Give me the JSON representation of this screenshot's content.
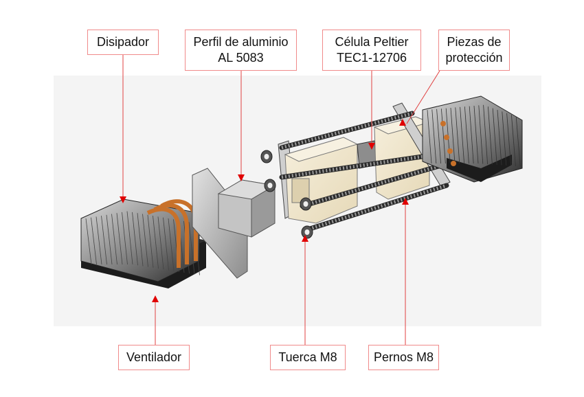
{
  "labels": {
    "disipador": [
      "Disipador"
    ],
    "perfil": [
      "Perfil de aluminio",
      "AL 5083"
    ],
    "celula": [
      "Célula Peltier",
      "TEC1-12706"
    ],
    "piezas": [
      "Piezas de",
      "protección"
    ],
    "ventilador": [
      "Ventilador"
    ],
    "tuerca": [
      "Tuerca M8"
    ],
    "pernos": [
      "Pernos M8"
    ]
  },
  "colors": {
    "leader_line": "#e04040",
    "arrow": "#e00000",
    "label_border": "#f08a8a",
    "insulation_block": "#efe4c8",
    "aluminium": "#b9b9b9",
    "copper_pipe": "#c8712a",
    "fin_dark": "#3a3a3a"
  },
  "icons": [
    "arrow-marker"
  ]
}
